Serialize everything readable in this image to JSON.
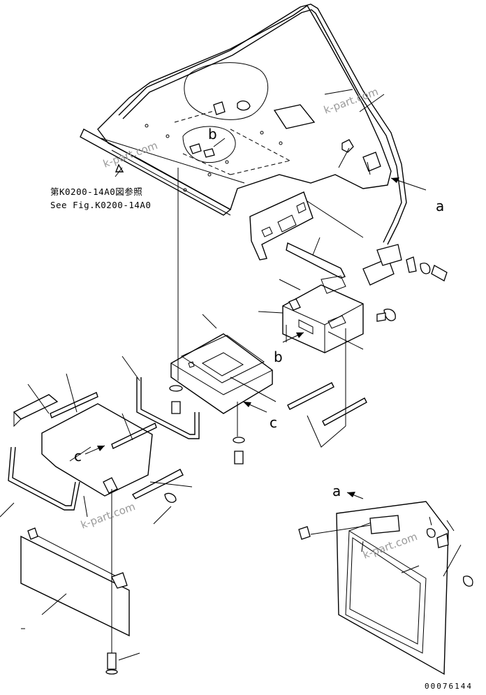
{
  "reference_note": {
    "line1": "第K0200-14A0図参照",
    "line2": "See Fig.K0200-14A0"
  },
  "callouts": {
    "a_top": "a",
    "a_bottom": "a",
    "b_upper": "b",
    "b_lower": "b",
    "c_right": "c",
    "c_left": "c"
  },
  "watermarks": [
    "k-part.com",
    "k-part.com",
    "k-part.com",
    "k-part.com"
  ],
  "drawing_code": "00076144"
}
